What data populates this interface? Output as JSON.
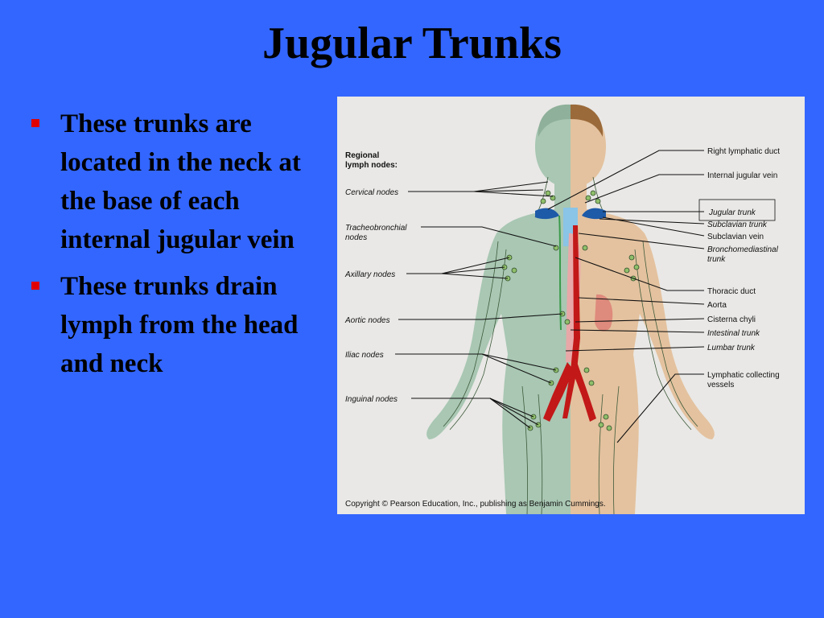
{
  "slide": {
    "title": "Jugular Trunks",
    "bullets": [
      {
        "text": "These trunks are located in the neck at the base of each internal jugular vein"
      },
      {
        "text": "These trunks drain lymph from the head and neck"
      }
    ],
    "bullet_color": "#e00000",
    "background_color": "#3366ff"
  },
  "figure": {
    "heading_line1": "Regional",
    "heading_line2": "lymph nodes:",
    "left_labels": [
      "Cervical nodes",
      "Tracheobronchial",
      "nodes",
      "Axillary nodes",
      "Aortic nodes",
      "Iliac nodes",
      "Inguinal nodes"
    ],
    "right_labels": [
      "Right lymphatic duct",
      "Internal jugular vein",
      "Jugular trunk",
      "Subclavian trunk",
      "Subclavian vein",
      "Bronchomediastinal",
      "trunk",
      "Thoracic duct",
      "Aorta",
      "Cisterna chyli",
      "Intestinal trunk",
      "Lumbar trunk",
      "Lymphatic collecting",
      "vessels"
    ],
    "copyright": "Copyright © Pearson Education, Inc., publishing as Benjamin Cummings."
  }
}
